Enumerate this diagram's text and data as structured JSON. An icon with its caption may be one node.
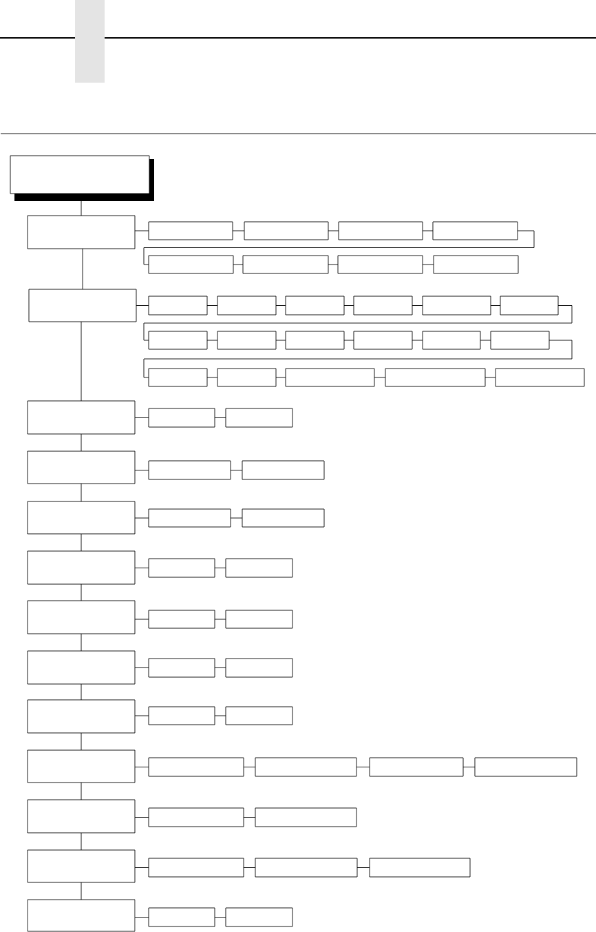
{
  "diagram": {
    "nodes": [
      {
        "text": [],
        "shape": "box"
      },
      {
        "text": [],
        "shape": "box"
      },
      {
        "text": [],
        "shape": "box"
      },
      {
        "text": [],
        "shape": "box"
      },
      {
        "text": [],
        "shape": "box"
      },
      {
        "text": [],
        "shape": "box"
      },
      {
        "text": [],
        "shape": "box"
      },
      {
        "text": [],
        "shape": "box"
      },
      {
        "text": [],
        "shape": "box"
      },
      {
        "text": [],
        "shape": "box"
      },
      {
        "text": [],
        "shape": "box"
      },
      {
        "text": [],
        "shape": "box"
      },
      {
        "text": [],
        "shape": "box"
      },
      {
        "text": [],
        "shape": "box"
      },
      {
        "text": [],
        "shape": "box"
      },
      {
        "text": [],
        "shape": "box"
      },
      {
        "text": [],
        "shape": "box"
      },
      {
        "text": [],
        "shape": "box"
      },
      {
        "text": [],
        "shape": "box"
      },
      {
        "text": [],
        "shape": "box"
      },
      {
        "text": [],
        "shape": "box"
      },
      {
        "text": [],
        "shape": "box"
      },
      {
        "text": [],
        "shape": "box"
      },
      {
        "text": [],
        "shape": "box"
      },
      {
        "text": [],
        "shape": "box"
      },
      {
        "text": [],
        "shape": "box"
      },
      {
        "text": [],
        "shape": "box"
      },
      {
        "text": [],
        "shape": "box"
      },
      {
        "text": [],
        "shape": "box"
      },
      {
        "text": [],
        "shape": "box"
      },
      {
        "text": [],
        "shape": "box"
      },
      {
        "text": [],
        "shape": "box"
      },
      {
        "text": [],
        "shape": "box"
      },
      {
        "text": [],
        "shape": "box"
      },
      {
        "text": [],
        "shape": "box"
      },
      {
        "text": [],
        "shape": "box"
      },
      {
        "text": [],
        "shape": "box"
      },
      {
        "text": [],
        "shape": "box"
      },
      {
        "text": [],
        "shape": "box"
      },
      {
        "text": [],
        "shape": "box"
      },
      {
        "text": [],
        "shape": "box"
      },
      {
        "text": [],
        "shape": "box"
      },
      {
        "text": [],
        "shape": "box"
      },
      {
        "text": [],
        "shape": "box"
      },
      {
        "text": [],
        "shape": "box"
      },
      {
        "text": [],
        "shape": "box"
      },
      {
        "text": [],
        "shape": "box"
      },
      {
        "text": [],
        "shape": "box"
      },
      {
        "text": [],
        "shape": "box"
      },
      {
        "text": [],
        "shape": "box"
      },
      {
        "text": [],
        "shape": "box"
      },
      {
        "text": [],
        "shape": "box"
      },
      {
        "text": [],
        "shape": "box"
      },
      {
        "text": [],
        "shape": "box"
      },
      {
        "text": [],
        "shape": "box"
      },
      {
        "text": [],
        "shape": "box"
      },
      {
        "text": [],
        "shape": "box"
      },
      {
        "text": [],
        "shape": "box"
      },
      {
        "text": [],
        "shape": "box"
      },
      {
        "text": [],
        "shape": "box"
      },
      {
        "text": [],
        "shape": "box"
      },
      {
        "text": [],
        "shape": "box"
      },
      {
        "text": [],
        "shape": "box"
      },
      {
        "text": [],
        "shape": "box"
      }
    ],
    "edges": [
      {
        "from": 0,
        "to": 1,
        "arrow": "none"
      },
      {
        "from": 1,
        "to": 2,
        "arrow": "none"
      },
      {
        "from": 2,
        "to": 3,
        "arrow": "none"
      },
      {
        "from": 3,
        "to": 4,
        "arrow": "none"
      },
      {
        "from": 4,
        "to": 5,
        "arrow": "none"
      },
      {
        "from": 5,
        "to": 6,
        "arrow": "none"
      },
      {
        "from": 6,
        "to": 7,
        "arrow": "none"
      },
      {
        "from": 7,
        "to": 8,
        "arrow": "none"
      },
      {
        "from": 8,
        "to": 9,
        "arrow": "none"
      },
      {
        "from": 1,
        "to": 10,
        "arrow": "none"
      },
      {
        "from": 10,
        "to": 11,
        "arrow": "none"
      },
      {
        "from": 11,
        "to": 12,
        "arrow": "none"
      },
      {
        "from": 12,
        "to": 13,
        "arrow": "none"
      },
      {
        "from": 13,
        "to": 14,
        "arrow": "none"
      },
      {
        "from": 14,
        "to": 15,
        "arrow": "none"
      },
      {
        "from": 15,
        "to": 16,
        "arrow": "none"
      },
      {
        "from": 16,
        "to": 17,
        "arrow": "none"
      },
      {
        "from": 17,
        "to": 18,
        "arrow": "none"
      },
      {
        "from": 18,
        "to": 19,
        "arrow": "none"
      },
      {
        "from": 19,
        "to": 20,
        "arrow": "none"
      },
      {
        "from": 20,
        "to": 21,
        "arrow": "none"
      },
      {
        "from": 21,
        "to": 22,
        "arrow": "none"
      },
      {
        "from": 22,
        "to": 23,
        "arrow": "none"
      },
      {
        "from": 23,
        "to": 24,
        "arrow": "none"
      },
      {
        "from": 24,
        "to": 25,
        "arrow": "none"
      },
      {
        "from": 25,
        "to": 26,
        "arrow": "none"
      },
      {
        "from": 26,
        "to": 27,
        "arrow": "none"
      },
      {
        "from": 10,
        "to": 28,
        "arrow": "none"
      },
      {
        "from": 28,
        "to": 29,
        "arrow": "none"
      },
      {
        "from": 29,
        "to": 30,
        "arrow": "none"
      },
      {
        "from": 28,
        "to": 31,
        "arrow": "none"
      },
      {
        "from": 31,
        "to": 32,
        "arrow": "none"
      },
      {
        "from": 32,
        "to": 33,
        "arrow": "none"
      },
      {
        "from": 31,
        "to": 34,
        "arrow": "none"
      },
      {
        "from": 34,
        "to": 35,
        "arrow": "none"
      },
      {
        "from": 35,
        "to": 36,
        "arrow": "none"
      },
      {
        "from": 34,
        "to": 37,
        "arrow": "none"
      },
      {
        "from": 37,
        "to": 38,
        "arrow": "none"
      },
      {
        "from": 38,
        "to": 39,
        "arrow": "none"
      },
      {
        "from": 37,
        "to": 40,
        "arrow": "none"
      },
      {
        "from": 40,
        "to": 41,
        "arrow": "none"
      },
      {
        "from": 41,
        "to": 42,
        "arrow": "none"
      },
      {
        "from": 40,
        "to": 43,
        "arrow": "none"
      },
      {
        "from": 43,
        "to": 44,
        "arrow": "none"
      },
      {
        "from": 44,
        "to": 45,
        "arrow": "none"
      },
      {
        "from": 43,
        "to": 46,
        "arrow": "none"
      },
      {
        "from": 46,
        "to": 47,
        "arrow": "none"
      },
      {
        "from": 47,
        "to": 48,
        "arrow": "none"
      },
      {
        "from": 46,
        "to": 49,
        "arrow": "none"
      },
      {
        "from": 49,
        "to": 50,
        "arrow": "none"
      },
      {
        "from": 50,
        "to": 51,
        "arrow": "none"
      },
      {
        "from": 51,
        "to": 52,
        "arrow": "none"
      },
      {
        "from": 52,
        "to": 53,
        "arrow": "none"
      },
      {
        "from": 49,
        "to": 54,
        "arrow": "none"
      },
      {
        "from": 54,
        "to": 55,
        "arrow": "none"
      },
      {
        "from": 55,
        "to": 56,
        "arrow": "none"
      },
      {
        "from": 54,
        "to": 57,
        "arrow": "none"
      },
      {
        "from": 57,
        "to": 58,
        "arrow": "none"
      },
      {
        "from": 58,
        "to": 59,
        "arrow": "none"
      },
      {
        "from": 59,
        "to": 60,
        "arrow": "none"
      },
      {
        "from": 57,
        "to": 61,
        "arrow": "none"
      },
      {
        "from": 61,
        "to": 62,
        "arrow": "none"
      },
      {
        "from": 62,
        "to": 63,
        "arrow": "none"
      }
    ]
  }
}
